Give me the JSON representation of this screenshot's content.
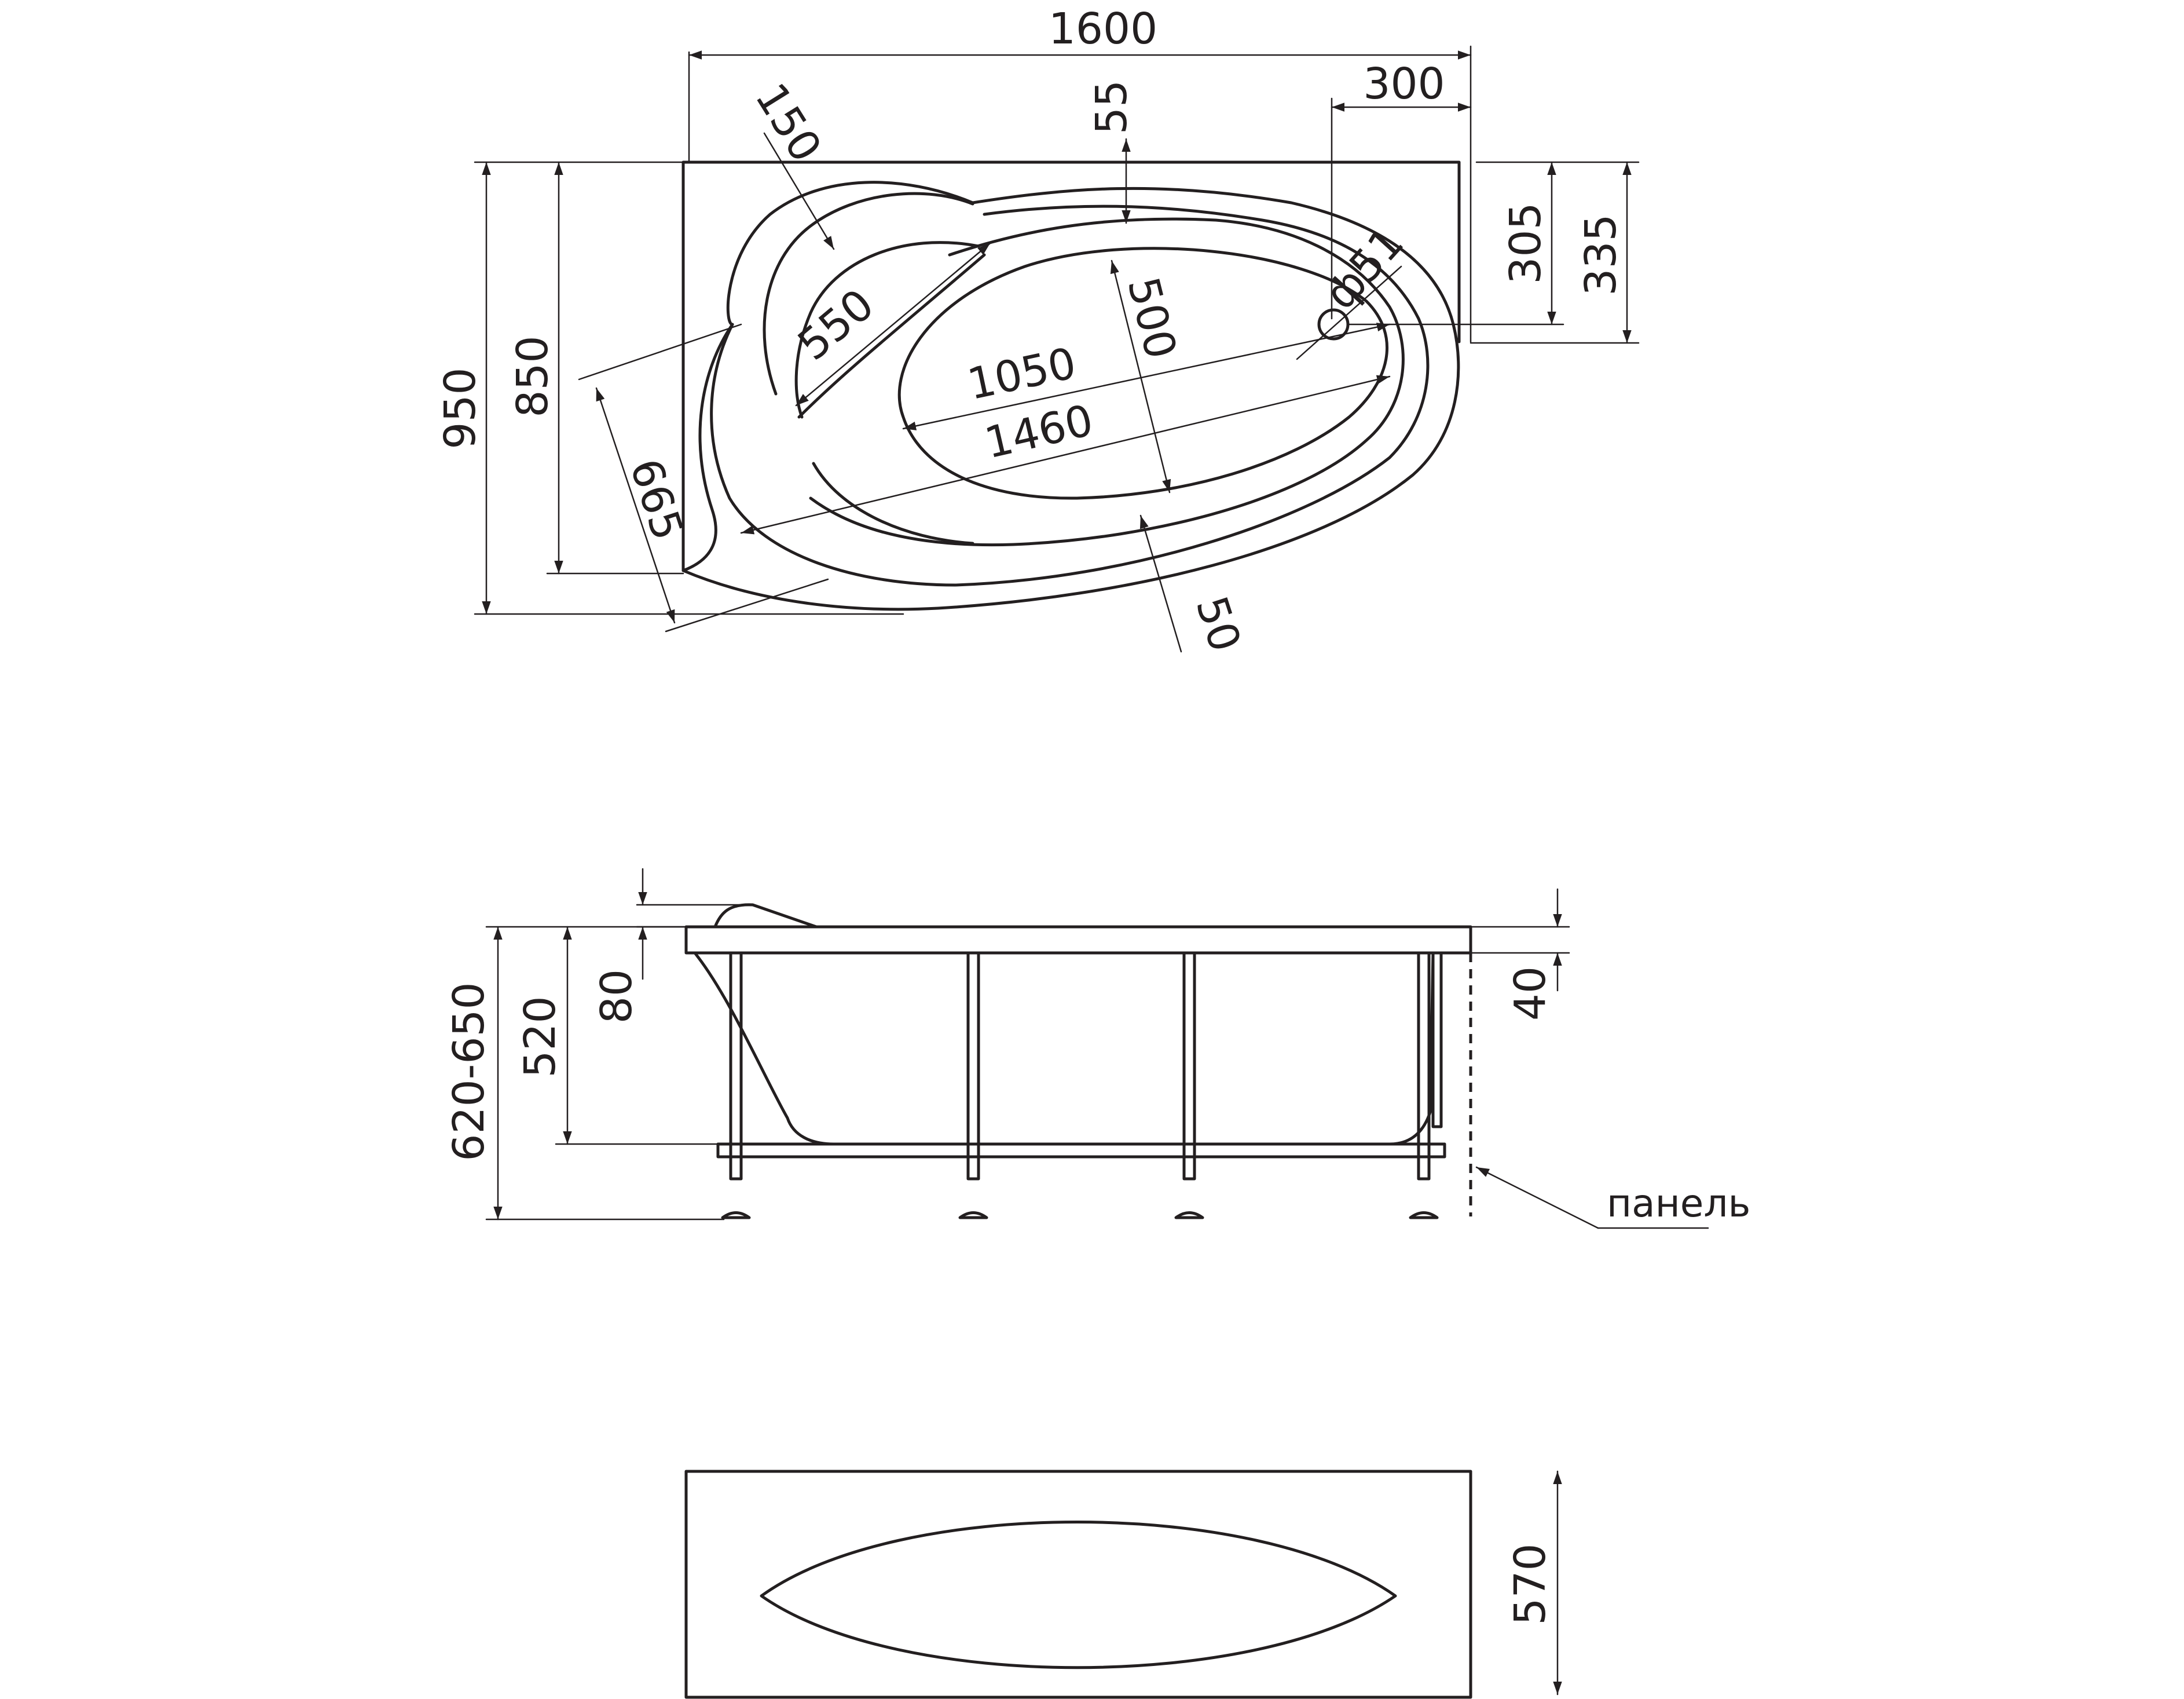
{
  "colors": {
    "ink": "#231f20",
    "paper": "#ffffff"
  },
  "top_view": {
    "dim_total_width": "1600",
    "dim_right_step": "300",
    "dim_top_gap": "55",
    "dim_headrest": "150",
    "dim_armrest": "550",
    "dim_inner_width": "500",
    "dim_inner_length": "1050",
    "dim_outer_length": "1460",
    "dim_drain": "ф51",
    "dim_drain_offset_a": "305",
    "dim_drain_offset_b": "335",
    "dim_total_height": "950",
    "dim_left_height": "850",
    "dim_diagonal": "665",
    "dim_rim": "50"
  },
  "side_view": {
    "dim_total_height": "620-650",
    "dim_bowl_depth": "520",
    "dim_headrest_height": "80",
    "dim_rim_thickness": "40",
    "panel_label": "панель"
  },
  "panel_view": {
    "dim_panel_height": "570"
  }
}
